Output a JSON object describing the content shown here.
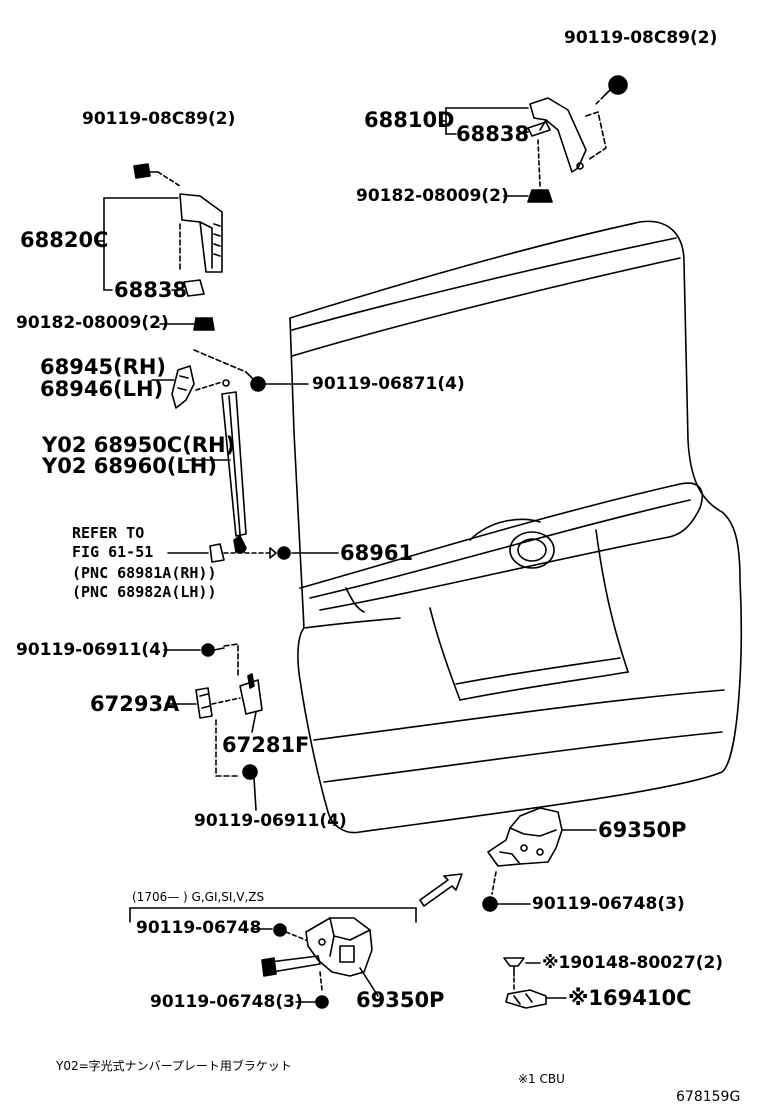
{
  "callouts": {
    "bolt_hinge_rh": "90119-08C89(2)",
    "hinge_rh": "68810D",
    "shim_rh": "68838",
    "stopper_rh": "90182-08009(2)",
    "bolt_hinge_lh": "90119-08C89(2)",
    "hinge_lh": "68820C",
    "shim_lh": "68838",
    "stopper_lh": "90182-08009(2)",
    "bracket_rh": "68945(RH)",
    "bracket_lh": "68946(LH)",
    "bolt_bracket": "90119-06871(4)",
    "damper_rh": "Y02 68950C(RH)",
    "damper_lh": "Y02 68960(LH)",
    "refer_to": "REFER TO",
    "refer_fig": "FIG 61-51",
    "pnc_rh": "(PNC 68981A(RH))",
    "pnc_lh": "(PNC 68982A(LH))",
    "ball_joint": "68961",
    "bolt_upper": "90119-06911(4)",
    "part_67293a": "67293A",
    "part_67281f": "67281F",
    "bolt_lower": "90119-06911(4)",
    "lock_assy": "69350P",
    "bolt_lock": "90119-06748(3)",
    "variant_note": "(1706—        ) G,GI,SI,V,ZS",
    "variant_bolt_top": "90119-06748",
    "variant_bolt_bottom": "90119-06748(3)",
    "variant_lock": "69350P",
    "screw_cbu": "※190148-80027(2)",
    "striker_cbu": "※169410C",
    "footnote_y02": "Y02=字光式ナンバープレート用ブラケット",
    "footnote_cbu": "※1 CBU",
    "diagram_id": "678159G"
  },
  "colors": {
    "ink": "#000000",
    "paper": "#ffffff"
  },
  "icons": [
    "bolt-icon",
    "hinge-icon",
    "shim-icon",
    "stopper-icon",
    "gas-damper-icon",
    "bracket-icon",
    "ball-joint-icon",
    "lock-assembly-icon",
    "striker-icon",
    "screw-icon",
    "arrow-icon",
    "back-door-panel-icon"
  ]
}
